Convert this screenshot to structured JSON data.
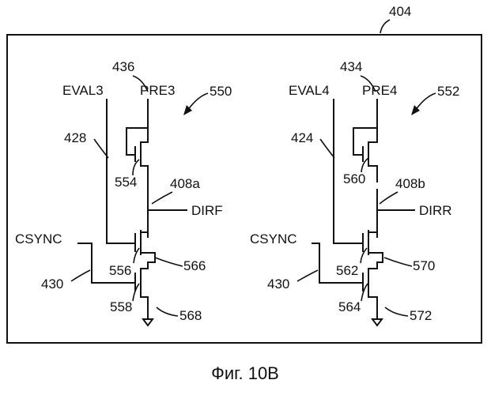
{
  "figure": {
    "frame_ref": "404",
    "caption": "Фиг. 10B"
  },
  "left": {
    "cell_ref": "550",
    "pre_signal": "PRE3",
    "pre_ref": "436",
    "eval_signal": "EVAL3",
    "eval_ref": "428",
    "top_transistor_ref": "554",
    "node_ref": "408a",
    "output_signal": "DIRF",
    "middle_transistor_ref": "556",
    "middle_wire_ref": "566",
    "csync_signal": "CSYNC",
    "csync_ref": "430",
    "bottom_transistor_ref": "558",
    "ground_ref": "568"
  },
  "right": {
    "cell_ref": "552",
    "pre_signal": "PRE4",
    "pre_ref": "434",
    "eval_signal": "EVAL4",
    "eval_ref": "424",
    "top_transistor_ref": "560",
    "node_ref": "408b",
    "output_signal": "DIRR",
    "middle_transistor_ref": "562",
    "middle_wire_ref": "570",
    "csync_signal": "CSYNC",
    "csync_ref": "430",
    "bottom_transistor_ref": "564",
    "ground_ref": "572"
  }
}
